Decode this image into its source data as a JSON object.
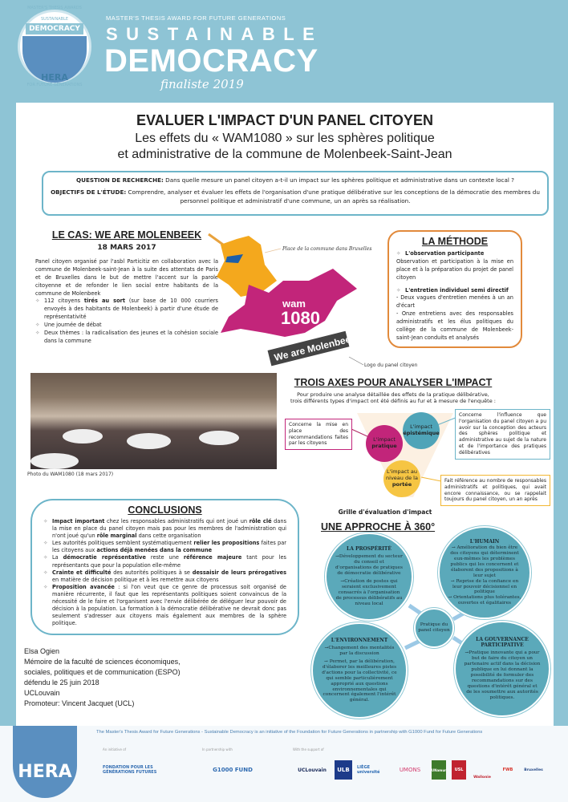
{
  "header": {
    "logo_text": {
      "ring_top": "MASTER'S THESIS AWARDS",
      "band": "DEMOCRACY",
      "band_top": "SUSTAINABLE",
      "brand": "HERA",
      "ring_bottom": "FOR FUTURE GENERATIONS"
    },
    "award": "MASTER'S THESIS AWARD FOR FUTURE GENERATIONS",
    "line1": "SUSTAINABLE",
    "line2": "DEMOCRACY",
    "finaliste": "finaliste 2019"
  },
  "title": "EVALUER L'IMPACT D'UN PANEL CITOYEN",
  "subtitle": [
    "Les effets du « WAM1080 » sur les sphères politique",
    "et administrative de la commune de Molenbeek-Saint-Jean"
  ],
  "question": {
    "label": "QUESTION DE RECHERCHE:",
    "text": " Dans quelle mesure un panel citoyen a-t-il un impact sur les sphères politique et administrative dans un contexte local ?"
  },
  "objectifs": {
    "label": "OBJECTIFS DE L'ÉTUDE:",
    "text": " Comprendre, analyser et évaluer les effets de l'organisation d'une pratique délibérative sur les conceptions de la démocratie des membres du personnel politique et administratif d'une commune, un an après sa réalisation."
  },
  "cas": {
    "heading": "LE CAS: WE ARE MOLENBEEK",
    "date": "18 MARS 2017",
    "intro": "Panel citoyen organisé par l'asbl Particitiz en collaboration avec la commune de Molenbeek-saint-Jean à la suite des attentats de Paris et de Bruxelles dans le but de mettre l'accent sur la parole citoyenne et de refonder le lien social entre habitants de la commune de Molenbeek",
    "b1a": "112 citoyens ",
    "b1b": "tirés au sort",
    "b1c": " (sur base de 10 000 courriers envoyés à des habitants de Molenbeek) à partir d'une étude de représentativité",
    "b2": "Une journée de débat",
    "b3": "Deux thèmes : la radicalisation des jeunes et la cohésion sociale dans la commune"
  },
  "map": {
    "caption": "Place de la commune dans Bruxelles",
    "logo_wam": "wam",
    "logo_num": "1080",
    "logo_banner": "We are Molenbeek",
    "logo_caption": "Logo du panel citoyen"
  },
  "methode": {
    "heading": "LA MÉTHODE",
    "h1": "L'observation participante",
    "t1": "Observation et participation à la mise en place et à la préparation du projet de panel citoyen",
    "h2": "L'entretien individuel semi directif",
    "t2a": "- Deux vagues d'entretien menées à un an d'écart",
    "t2b": "- Onze entretiens avec des responsables administratifs et les élus politiques du collège de la commune de Molenbeek-saint-Jean conduits et analysés"
  },
  "photo_caption": "Photo du WAM1080 (18 mars 2017)",
  "axes": {
    "heading": "TROIS AXES POUR ANALYSER L'IMPACT",
    "intro1": "Pour produire une analyse détaillée des effets de la pratique délibérative,",
    "intro2": "trois différents types d'impact ont été définis au fur et à mesure de l'enquête :",
    "pratique_box": "Concerne la mise en place des recommandations faites par les citoyens",
    "pratique_a": "L'impact",
    "pratique_b": "pratique",
    "epist_a": "L'impact",
    "epist_b": "épistémique",
    "portee_a": "L'impact au niveau de la",
    "portee_b": "portée",
    "epist_box": "Concerne l'influence que l'organisation du panel citoyen a pu avoir sur la conception des acteurs des sphères politique et administrative au sujet de la nature et de l'importance des pratiques délibératives",
    "portee_box": "Fait référence au nombre de responsables administratifs et politiques, qui avait encore connaissance, ou se rappelait toujours du panel citoyen, un an après",
    "grille": "Grille d'évaluation d'impact"
  },
  "conclusions": {
    "heading": "CONCLUSIONS",
    "items": [
      [
        "Impact important",
        " chez les responsables administratifs qui ont joué un ",
        "rôle clé",
        " dans la mise en place du panel citoyen mais pas pour les membres de l'administration qui n'ont joué qu'un ",
        "rôle marginal",
        " dans cette organisation"
      ],
      [
        "",
        "Les autorités politiques semblent systématiquement ",
        "relier les propositions",
        " faites par les citoyens aux ",
        "actions déjà menées dans la commune",
        ""
      ],
      [
        "",
        "La ",
        "démocratie représentative",
        " reste une ",
        "référence majeure",
        " tant pour les représentants que pour la population elle-même"
      ],
      [
        "Crainte et difficulté",
        " des autorités politiques à se ",
        "dessaisir de leurs prérogatives",
        " en matière de décision politique et à les remettre aux citoyens",
        "",
        ""
      ],
      [
        "Proposition avancée",
        " : si l'on veut que ce genre de processus soit organisé de manière récurrente, il faut que les représentants politiques soient convaincus de la nécessité de le faire et l'organisent avec l'envie délibérée de déléguer leur pouvoir de décision à la population. La formation à la démocratie délibérative ne devrait donc pas seulement s'adresser aux citoyens mais également aux membres de la sphère politique.",
        "",
        "",
        "",
        ""
      ]
    ]
  },
  "approche": {
    "heading": "UNE APPROCHE À 360°",
    "center": "Pratique du panel citoyen",
    "prosperite": {
      "title": "LA PROSPÉRITÉ",
      "p1": "→Développement du secteur du conseil et d'organisations de pratiques de démocratie délibérative",
      "p2": "→Création de postes qui seraient exclusivement consacrés à l'organisation de processus délibératifs au niveau local"
    },
    "humain": {
      "title": "L'HUMAIN",
      "p1": "→ Amélioration du bien être des citoyens qui déterminent eux-mêmes les problèmes publics qui les concernent et élaborent des propositions à leur sujet",
      "p2": "→ Reprise de la confiance en leur pouvoir décisionnel en politique",
      "p3": "→ Orientations plus tolérantes, ouvertes et égalitaires"
    },
    "environnement": {
      "title": "L'ENVIRONNEMENT",
      "p1": "→Changement des mentalités par la discussion",
      "p2": "→ Permet, par la délibération, d'élaborer les meilleures pistes d'actions pour la collectivité, ce qui semble particulièrement approprié aux questions environnementales qui concernent également l'intérêt général."
    },
    "gouvernance": {
      "title": "LA GOUVERNANCE PARTICIPATIVE",
      "p1": "→Pratique innovante qui a pour but de faire du citoyen un partenaire actif dans la décision publique en lui donnant la possibilité de formuler des recommandations sur des questions d'intérêt général et de les soumettre aux autorités politiques."
    }
  },
  "author": [
    "Elsa Ogien",
    "Mémoire de la faculté de sciences économiques,",
    "sociales, politiques et de communication (ESPO)",
    "défendu le 25 juin 2018",
    "UCLouvain",
    "Promoteur: Vincent Jacquet (UCL)"
  ],
  "footer": {
    "hera": "HERA",
    "sentence": "The Master's Thesis Award for Future Generations - Sustainable Democracy is an initiative of the Foundation for Future Generations in partnership with G1000 Fund for Future Generations",
    "initiative_label": "An initiative of",
    "partnership_label": "In partnership with",
    "support_label": "With the support of",
    "logos": [
      "FONDATION POUR LES GÉNÉRATIONS FUTURES",
      "G1000 FUND",
      "UCLouvain",
      "ULB",
      "LIÈGE université",
      "UMONS",
      "UNamur",
      "USL",
      "Wallonie",
      "FWB",
      "Bruxelles"
    ]
  },
  "colors": {
    "background": "#8ec4d5",
    "teal": "#5ba9ba",
    "orange": "#e28a3b",
    "pink": "#c2257a",
    "yellow": "#f2b632",
    "map_yellow": "#f4a81d",
    "hera_blue": "#5a8fc0"
  }
}
